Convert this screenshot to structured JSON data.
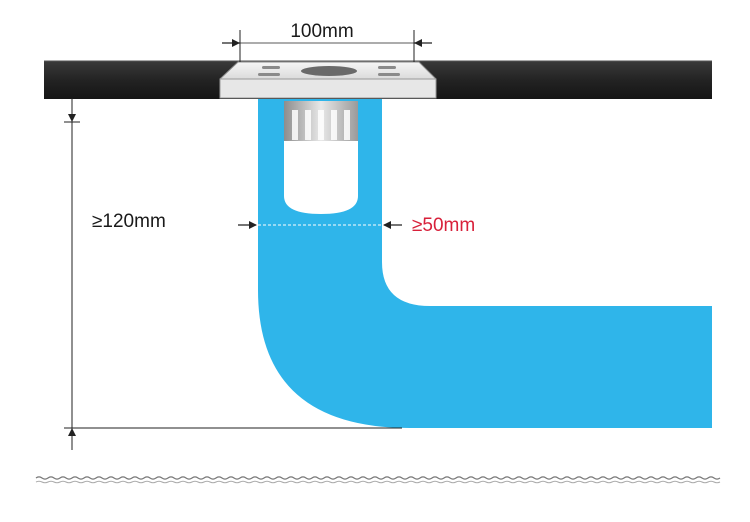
{
  "labels": {
    "drain_width": "100mm",
    "depth": "≥120mm",
    "pipe_diameter": "≥50mm"
  },
  "colors": {
    "floor": "#2b2b2b",
    "pipe": "#2fb5ea",
    "drain_metal": "#d9d9d9",
    "text": "#1a1a1a",
    "highlight_text": "#d8203a",
    "dimension_line": "#222222"
  },
  "icons": {
    "drain_cover": "floor-drain-cover-icon",
    "arrow": "dimension-arrow-icon"
  }
}
